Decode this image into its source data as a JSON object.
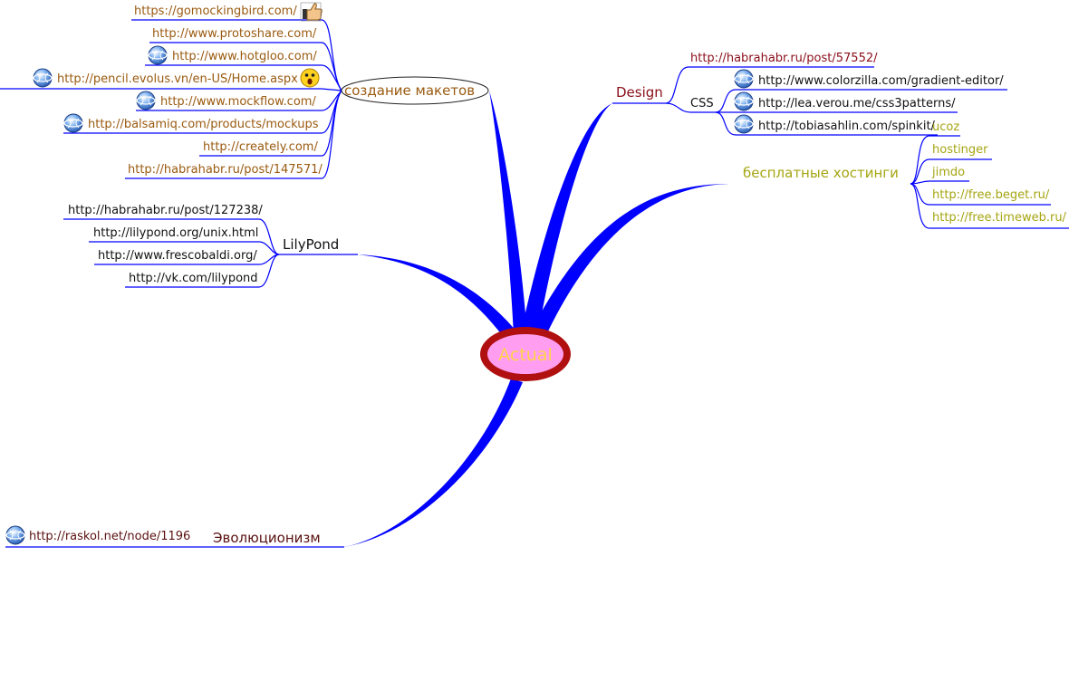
{
  "central": {
    "label": "Actual"
  },
  "colors": {
    "branch": "#0000ff",
    "center_fill": "#ff9ef0",
    "center_ring": "#b01010",
    "center_text": "#ffd44a"
  },
  "branches": {
    "mockups": {
      "label": "создание макетов",
      "links": [
        {
          "text": "https://gomockingbird.com/",
          "icon": "thumbs-up-icon"
        },
        {
          "text": "http://www.protoshare.com/",
          "icon": ""
        },
        {
          "text": "http://www.hotgloo.com/",
          "icon": "web-globe-icon"
        },
        {
          "text": "http://pencil.evolus.vn/en-US/Home.aspx",
          "icon": "web-globe-icon",
          "icon2": "surprised-face-icon"
        },
        {
          "text": "http://www.mockflow.com/",
          "icon": "web-globe-icon"
        },
        {
          "text": "http://balsamiq.com/products/mockups",
          "icon": "web-globe-icon"
        },
        {
          "text": "http://creately.com/",
          "icon": ""
        },
        {
          "text": "http://habrahabr.ru/post/147571/",
          "icon": ""
        }
      ]
    },
    "lilypond": {
      "label": "LilyPond",
      "links": [
        {
          "text": "http://habrahabr.ru/post/127238/"
        },
        {
          "text": "http://lilypond.org/unix.html"
        },
        {
          "text": "http://www.frescobaldi.org/"
        },
        {
          "text": "http://vk.com/lilypond"
        }
      ]
    },
    "evolution": {
      "label": "Эволюционизм",
      "links": [
        {
          "text": "http://raskol.net/node/1196",
          "icon": "web-globe-icon"
        }
      ]
    },
    "design": {
      "label": "Design",
      "links": [
        {
          "text": "http://habrahabr.ru/post/57552/"
        }
      ],
      "css": {
        "label": "CSS",
        "links": [
          {
            "text": "http://www.colorzilla.com/gradient-editor/",
            "icon": "web-globe-icon"
          },
          {
            "text": "http://lea.verou.me/css3patterns/",
            "icon": "web-globe-icon"
          },
          {
            "text": "http://tobiasahlin.com/spinkit/",
            "icon": "web-globe-icon"
          }
        ]
      }
    },
    "hosting": {
      "label": "бесплатные хостинги",
      "links": [
        {
          "text": "ucoz"
        },
        {
          "text": "hostinger"
        },
        {
          "text": "jimdo"
        },
        {
          "text": "http://free.beget.ru/"
        },
        {
          "text": "http://free.timeweb.ru/"
        }
      ]
    }
  }
}
